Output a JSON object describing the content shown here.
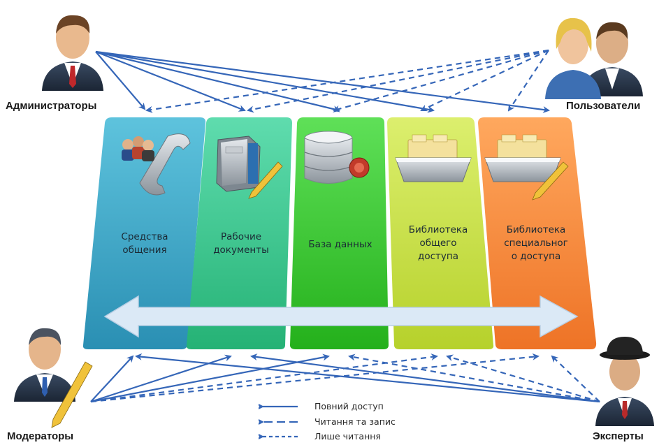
{
  "actors": {
    "admins": "Администраторы",
    "users": "Пользователи",
    "moderators": "Модераторы",
    "experts": "Эксперты"
  },
  "columns": [
    {
      "label": "Средства\nобщения",
      "color": "#3fa5c6"
    },
    {
      "label": "Рабочие\nдокументы",
      "color": "#3ec98e"
    },
    {
      "label": "База данных",
      "color": "#3fcc36"
    },
    {
      "label": "Библиотека\nобщего\nдоступа",
      "color": "#c6e047"
    },
    {
      "label": "Библиотека\nспециальног\nо доступа",
      "color": "#f58c3d"
    }
  ],
  "legend": {
    "full": "Повний доступ",
    "readwrite": "Читання та запис",
    "readonly": "Лише читання"
  },
  "colors": {
    "arrow": "#3566b8",
    "band_arrow": "#dbe9f6"
  },
  "icons": [
    "people-phone-icon",
    "address-book-icon",
    "database-icon",
    "file-tray-icon",
    "file-tray-pencil-icon"
  ]
}
